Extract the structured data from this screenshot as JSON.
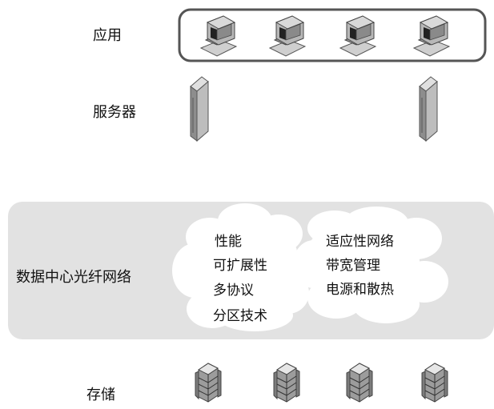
{
  "layers": {
    "application": "应用",
    "server": "服务器",
    "network": "数据中心光纤网络",
    "storage": "存储"
  },
  "cloud_left": {
    "items": [
      "性能",
      "可扩展性",
      "多协议",
      "分区技术"
    ]
  },
  "cloud_right": {
    "items": [
      "适应性网络",
      "带宽管理",
      "电源和散热"
    ]
  },
  "icons": {
    "application": "desktop-computer-icon",
    "server": "tower-server-icon",
    "storage": "storage-array-icon"
  },
  "colors": {
    "network_band": "#e2e2e2",
    "cloud_fill": "#ffffff",
    "device_gray": "#b5b5b5",
    "device_dark": "#6f6f6f"
  }
}
